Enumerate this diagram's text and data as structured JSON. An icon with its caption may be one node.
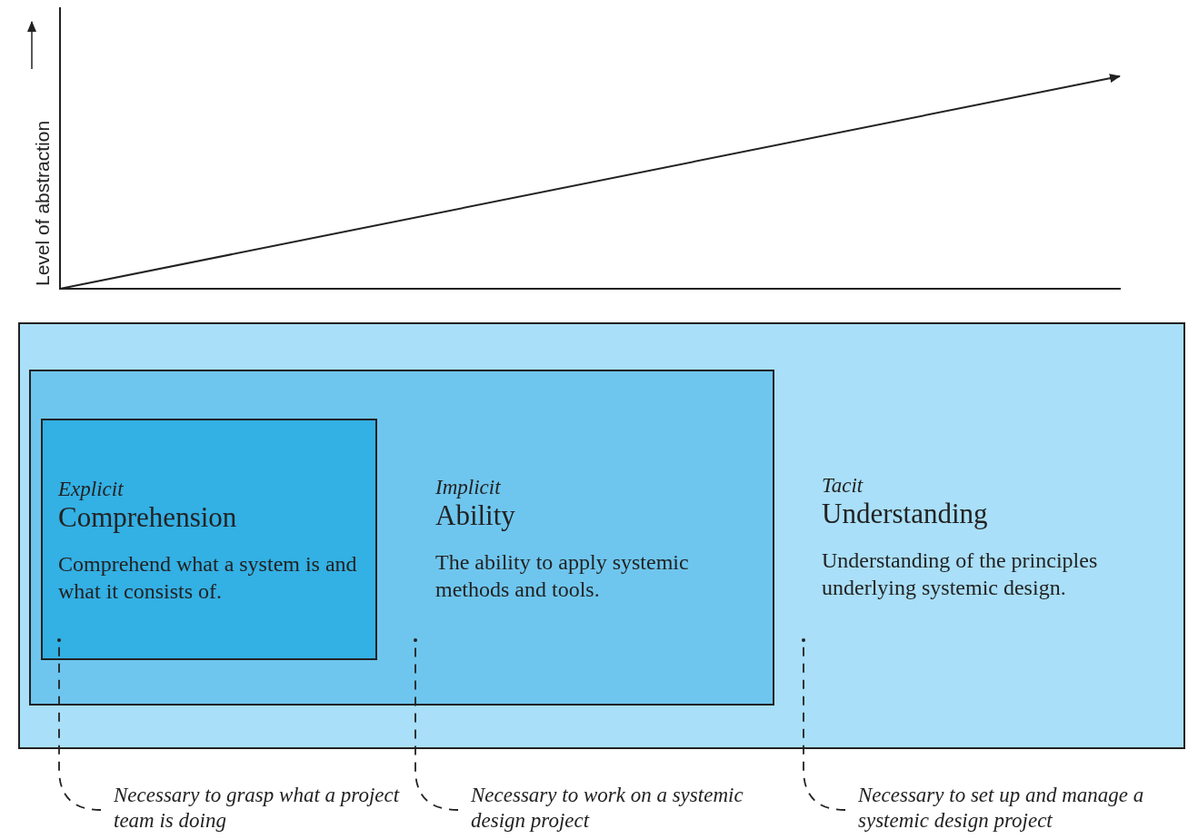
{
  "diagram": {
    "nodes": [
      {
        "text": [
          "Tacit",
          "Understanding",
          "Understanding of the principles underlying systemic design."
        ]
      },
      {
        "text": [
          "Implicit",
          "Ability",
          "The ability to apply systemic methods and tools."
        ],
        "in": 0
      },
      {
        "text": [
          "Explicit",
          "Comprehension",
          "Comprehend what a system is and what it consists of."
        ],
        "in": 1
      },
      {
        "text": [
          "Necessary to grasp what a project team is doing"
        ]
      },
      {
        "text": [
          "Necessary to work on a systemic design project"
        ]
      },
      {
        "text": [
          "Necessary to set up and manage a systemic design project"
        ]
      }
    ],
    "edges": [
      {
        "from": 3,
        "to": 2,
        "arrow": "other",
        "style": "dashed"
      },
      {
        "from": 4,
        "to": 1,
        "arrow": "other",
        "style": "dashed"
      },
      {
        "from": 5,
        "to": 0,
        "arrow": "other",
        "style": "dashed"
      }
    ],
    "labels": [
      "Level of abstraction"
    ]
  }
}
